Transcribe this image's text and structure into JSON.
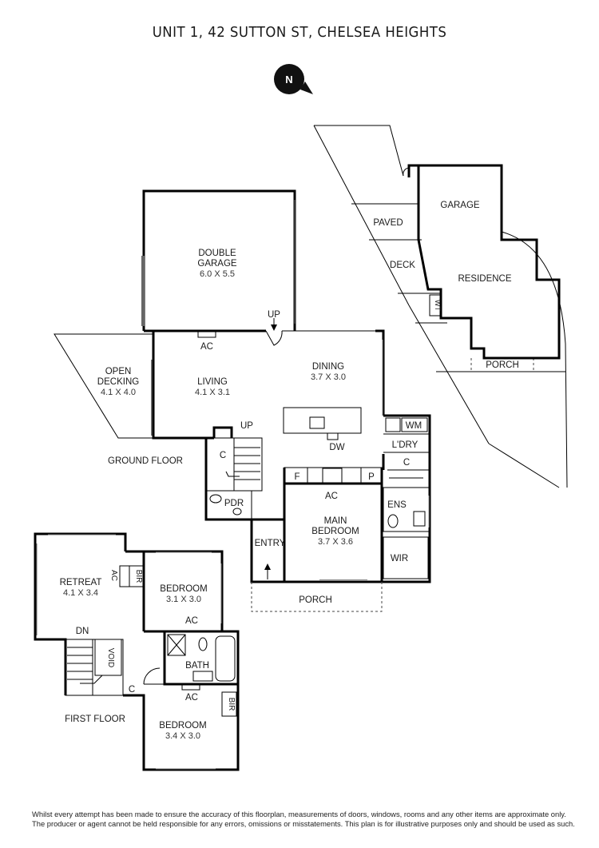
{
  "title": "UNIT 1, 42 SUTTON ST, CHELSEA HEIGHTS",
  "compass": {
    "label": "N",
    "icon": "north-arrow-icon"
  },
  "site_plan": {
    "labels": {
      "garage": "GARAGE",
      "paved": "PAVED",
      "deck": "DECK",
      "residence": "RESIDENCE",
      "wt": "WT",
      "porch": "PORCH"
    }
  },
  "ground_floor": {
    "heading": "GROUND FLOOR",
    "double_garage": {
      "name": "DOUBLE",
      "name2": "GARAGE",
      "dims": "6.0 X 5.5"
    },
    "up_garage": "UP",
    "ac_living": "AC",
    "open_decking": {
      "name": "OPEN",
      "name2": "DECKING",
      "dims": "4.1 X 4.0"
    },
    "living": {
      "name": "LIVING",
      "dims": "4.1 X 3.1"
    },
    "dining": {
      "name": "DINING",
      "dims": "3.7 X 3.0"
    },
    "dw": "DW",
    "wm": "WM",
    "laundry": "L'DRY",
    "c_laundry": "C",
    "f": "F",
    "ac_bed": "AC",
    "p": "P",
    "up_stair": "UP",
    "c_stair": "C",
    "pdr": "PDR",
    "ens": "ENS",
    "main_bedroom": {
      "name": "MAIN",
      "name2": "BEDROOM",
      "dims": "3.7 X 3.6"
    },
    "entry": "ENTRY",
    "wir": "WIR",
    "porch": "PORCH"
  },
  "first_floor": {
    "heading": "FIRST FLOOR",
    "retreat": {
      "name": "RETREAT",
      "dims": "4.1 X 3.4"
    },
    "ac_retreat": "AC",
    "bir_1": "BIR",
    "bedroom_1": {
      "name": "BEDROOM",
      "dims": "3.1 X 3.0"
    },
    "ac_bath": "AC",
    "dn": "DN",
    "void": "VOID",
    "bath": "BATH",
    "c": "C",
    "ac_bed2": "AC",
    "bir_2": "BIR",
    "bedroom_2": {
      "name": "BEDROOM",
      "dims": "3.4 X 3.0"
    }
  },
  "disclaimer": {
    "line1": "Whilst every attempt has been made to ensure the accuracy of this floorplan, measurements of doors, windows, rooms and any other items are approximate only.",
    "line2": "The producer or agent cannot be held responsible for any errors, omissions or misstatements. This plan is for illustrative purposes only and should be used as such."
  }
}
